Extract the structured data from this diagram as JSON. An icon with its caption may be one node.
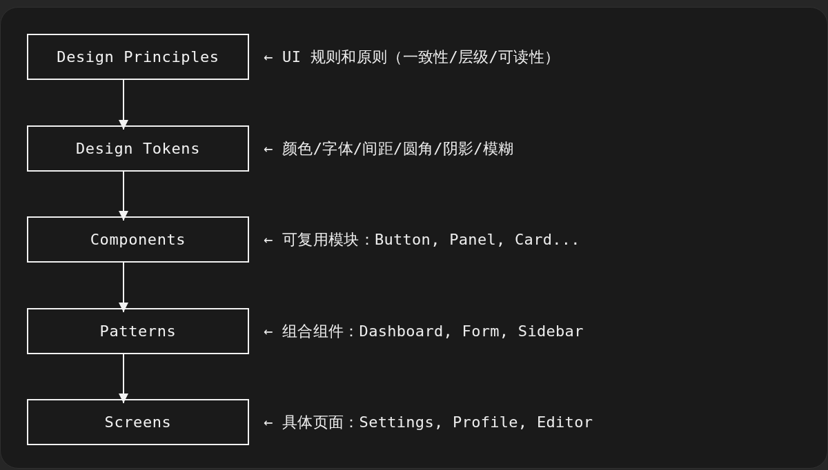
{
  "diagram": {
    "nodes": [
      {
        "text": [
          "Design Principles"
        ],
        "beside": [
          "← UI 规则和原则（一致性/层级/可读性）"
        ]
      },
      {
        "text": [
          "Design Tokens"
        ],
        "beside": [
          "← 颜色/字体/间距/圆角/阴影/模糊"
        ]
      },
      {
        "text": [
          "Components"
        ],
        "beside": [
          "← 可复用模块：Button, Panel, Card..."
        ]
      },
      {
        "text": [
          "Patterns"
        ],
        "beside": [
          "← 组合组件：Dashboard, Form, Sidebar"
        ]
      },
      {
        "text": [
          "Screens"
        ],
        "beside": [
          "← 具体页面：Settings, Profile, Editor"
        ]
      }
    ],
    "edges": [
      {
        "from": 0,
        "to": 1,
        "arrow": "to"
      },
      {
        "from": 1,
        "to": 2,
        "arrow": "to"
      },
      {
        "from": 2,
        "to": 3,
        "arrow": "to"
      },
      {
        "from": 3,
        "to": 4,
        "arrow": "to"
      }
    ]
  }
}
